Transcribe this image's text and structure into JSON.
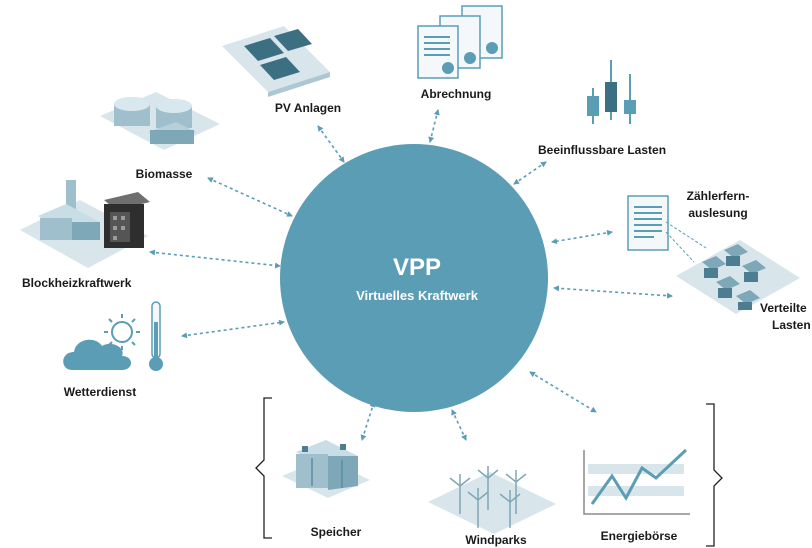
{
  "hub": {
    "title": "VPP",
    "subtitle": "Virtuelles Kraftwerk"
  },
  "nodes": {
    "pv": "PV Anlagen",
    "billing": "Abrechnung",
    "loads_flex": "Beeinflussbare  Lasten",
    "biomass": "Biomasse",
    "meter_line1": "Zählerfern-",
    "meter_line2": "auslesung",
    "chp": "Blockheizkraftwerk",
    "dist_line1": "Verteilte",
    "dist_line2": "Lasten",
    "weather": "Wetterdienst",
    "storage": "Speicher",
    "wind": "Windparks",
    "exchange": "Energiebörse"
  },
  "colors": {
    "hub": "#5b9db5",
    "arrow": "#5b9db5",
    "icon_light": "#c9dde6",
    "icon_mid": "#9fbfcc",
    "icon_dark": "#4d7d90"
  },
  "icons": [
    "solar-panel-icon",
    "invoice-icon",
    "candlestick-icon",
    "biogas-icon",
    "meter-doc-icon",
    "chp-plant-icon",
    "houses-icon",
    "weather-icon",
    "battery-icon",
    "wind-turbine-icon",
    "stock-chart-icon"
  ]
}
